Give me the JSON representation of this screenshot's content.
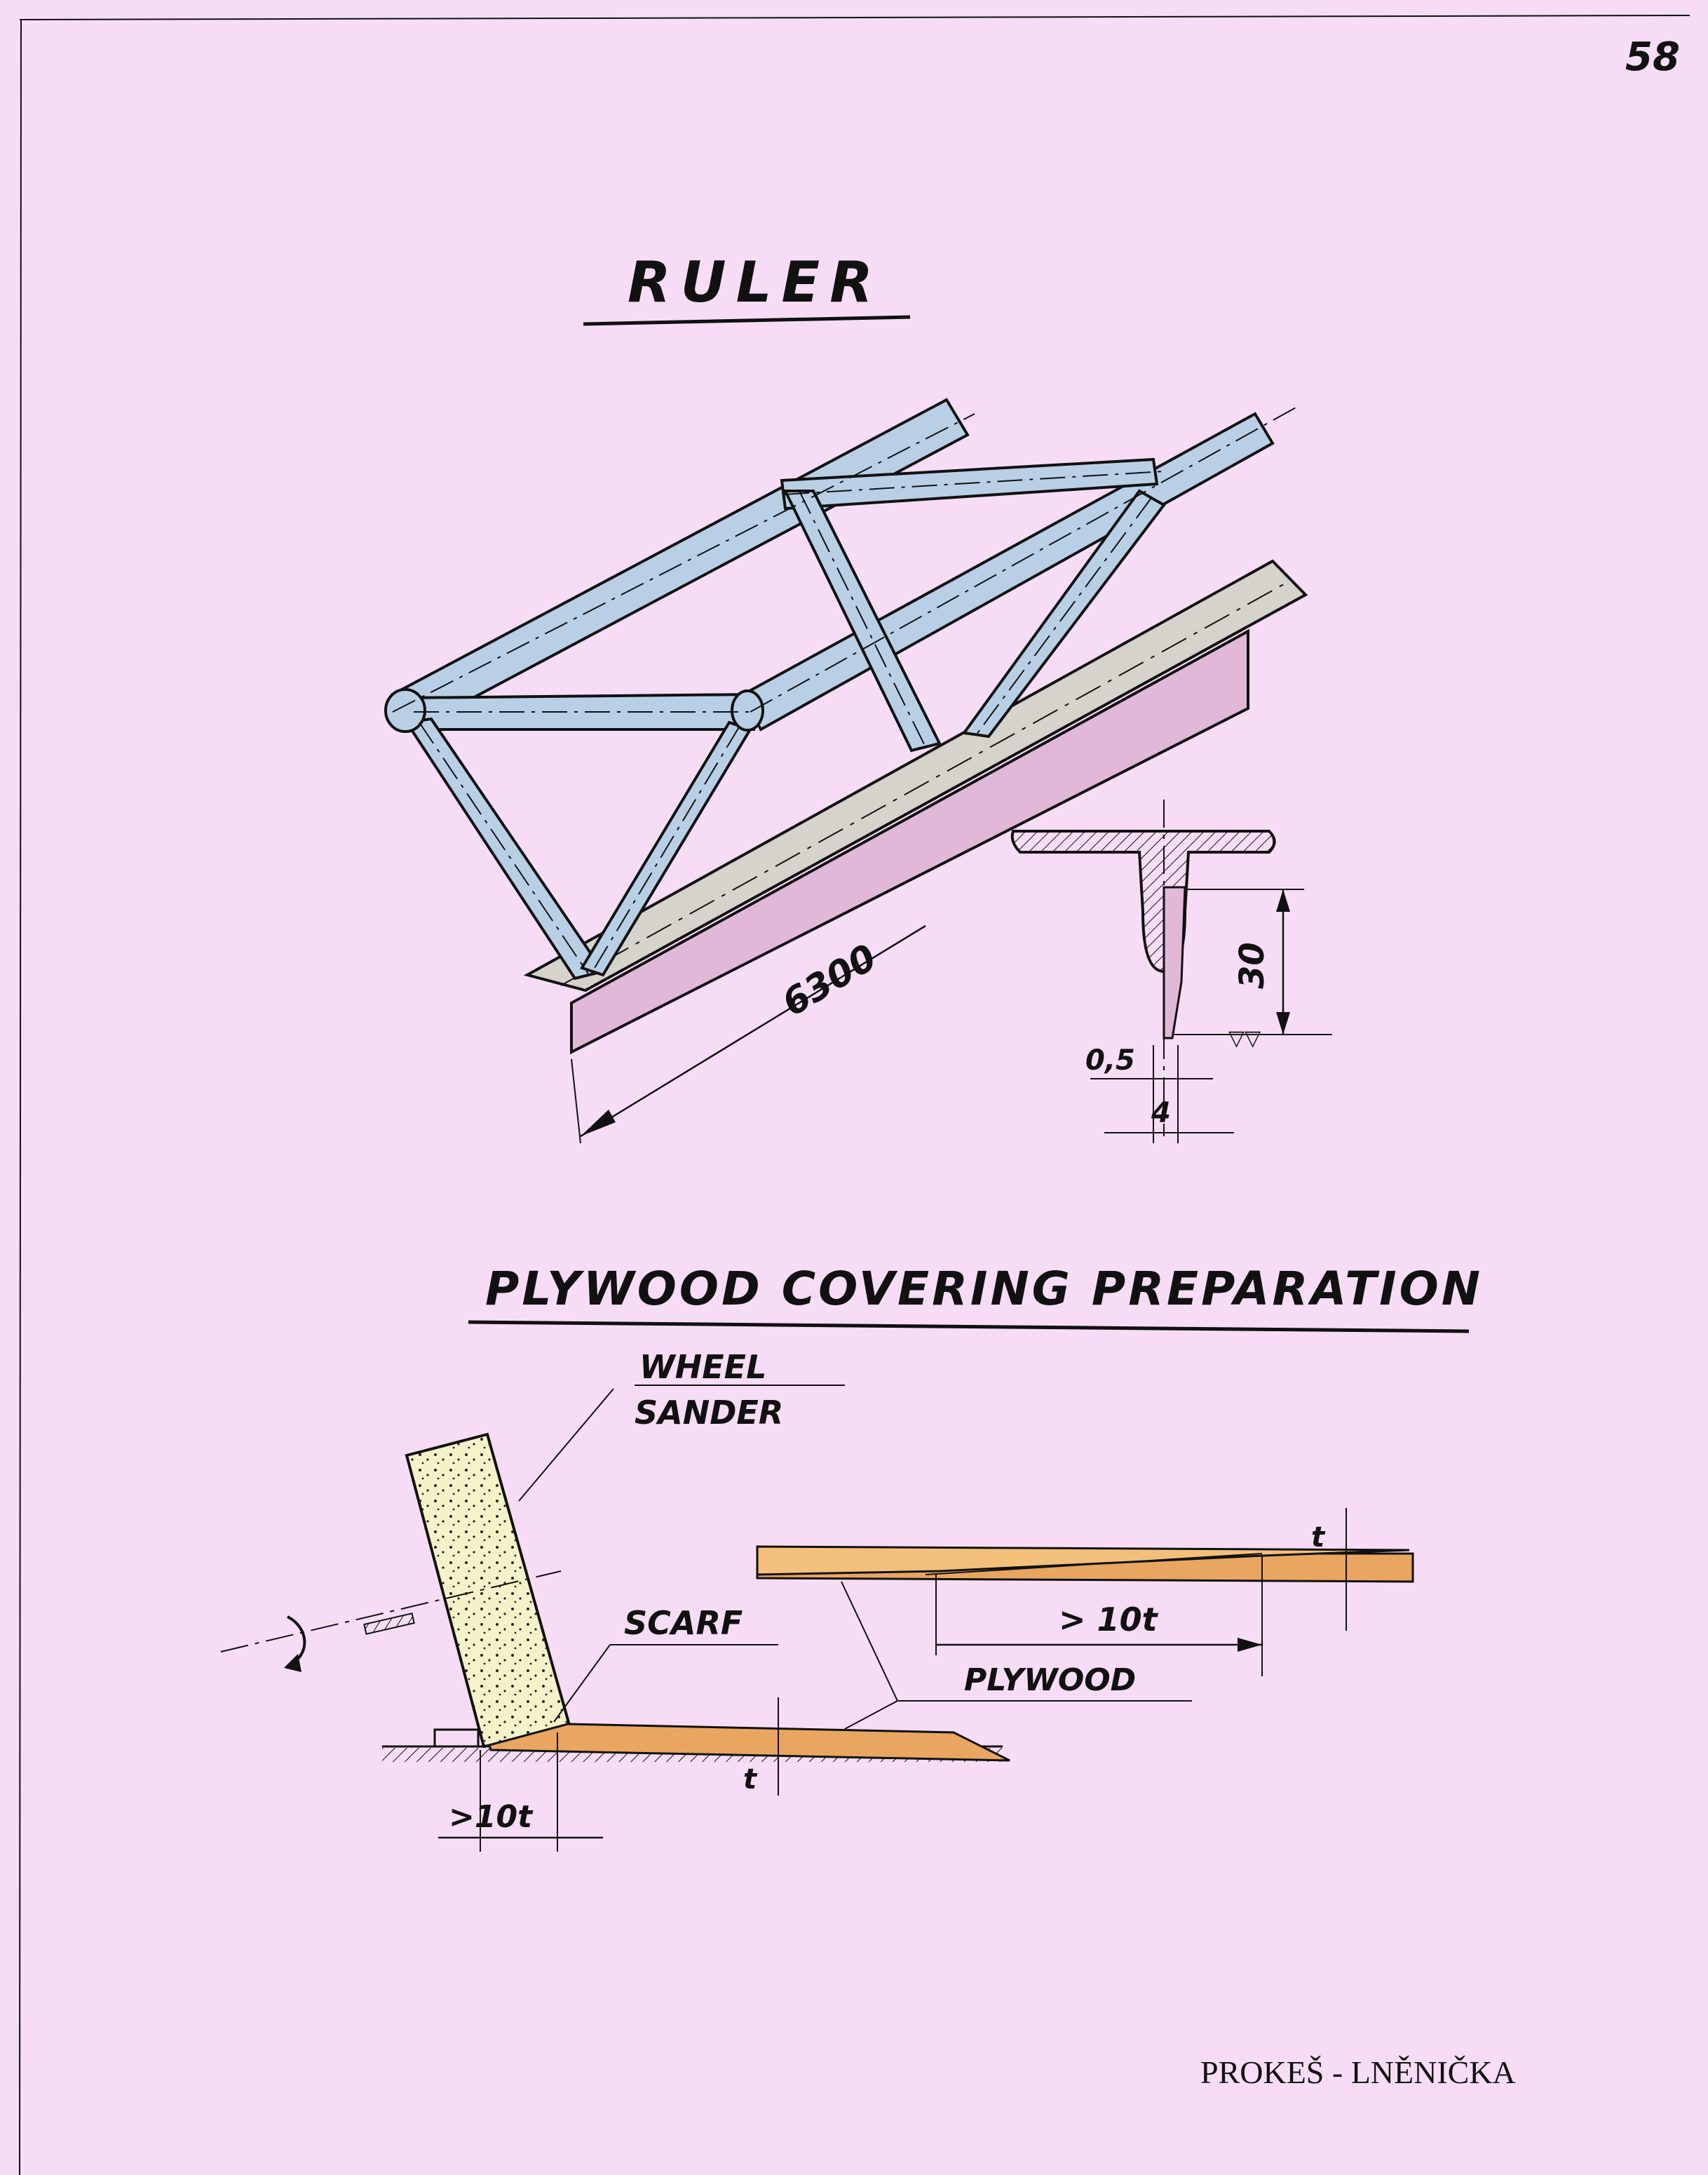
{
  "page_number": "58",
  "sections": {
    "ruler": {
      "title": "RULER"
    },
    "plywood": {
      "title": "PLYWOOD COVERING PREPARATION"
    }
  },
  "labels": {
    "length": "6300",
    "height": "30",
    "gap": "0,5",
    "thickness": "4",
    "wheel_sander_1": "WHEEL",
    "wheel_sander_2": "SANDER",
    "scarf": "SCARF",
    "scarf_length_plywood": "> 10t",
    "scarf_length_sander": ">10t",
    "plywood": "PLYWOOD",
    "t_right": "t",
    "t_left": "t"
  },
  "credit": "PROKEŠ - LNĚNIČKA",
  "colors": {
    "page_background": "#f6dcf4",
    "tube": "#b9cfe6",
    "ruler_blade": "#d6d2cc",
    "ruler_edge": "#e2b8d8",
    "sander": "#f4f2c8",
    "plywood": "#e8a660"
  }
}
